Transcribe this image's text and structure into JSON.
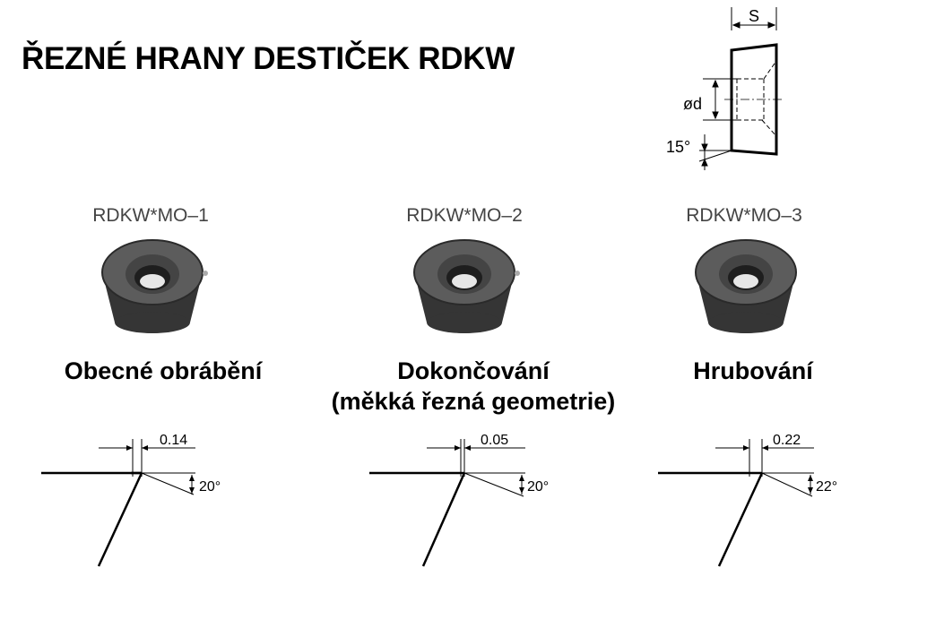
{
  "title": "ŘEZNÉ HRANY DESTIČEK RDKW",
  "section_view": {
    "dim_s": "S",
    "dim_d": "ød",
    "dim_angle": "15°"
  },
  "variants": [
    {
      "code": "RDKW*MO–1",
      "use_lines": [
        "Obecné obrábění"
      ],
      "land_width": "0.14",
      "land_angle": "20°"
    },
    {
      "code": "RDKW*MO–2",
      "use_lines": [
        "Dokončování",
        "(měkká řezná geometrie)"
      ],
      "land_width": "0.05",
      "land_angle": "20°"
    },
    {
      "code": "RDKW*MO–3",
      "use_lines": [
        "Hrubování"
      ],
      "land_width": "0.22",
      "land_angle": "22°"
    }
  ],
  "colors": {
    "insert_body": "#3a3a3a",
    "insert_top": "#5c5c5c",
    "insert_hole": "#1e1e1e",
    "line": "#000000"
  }
}
